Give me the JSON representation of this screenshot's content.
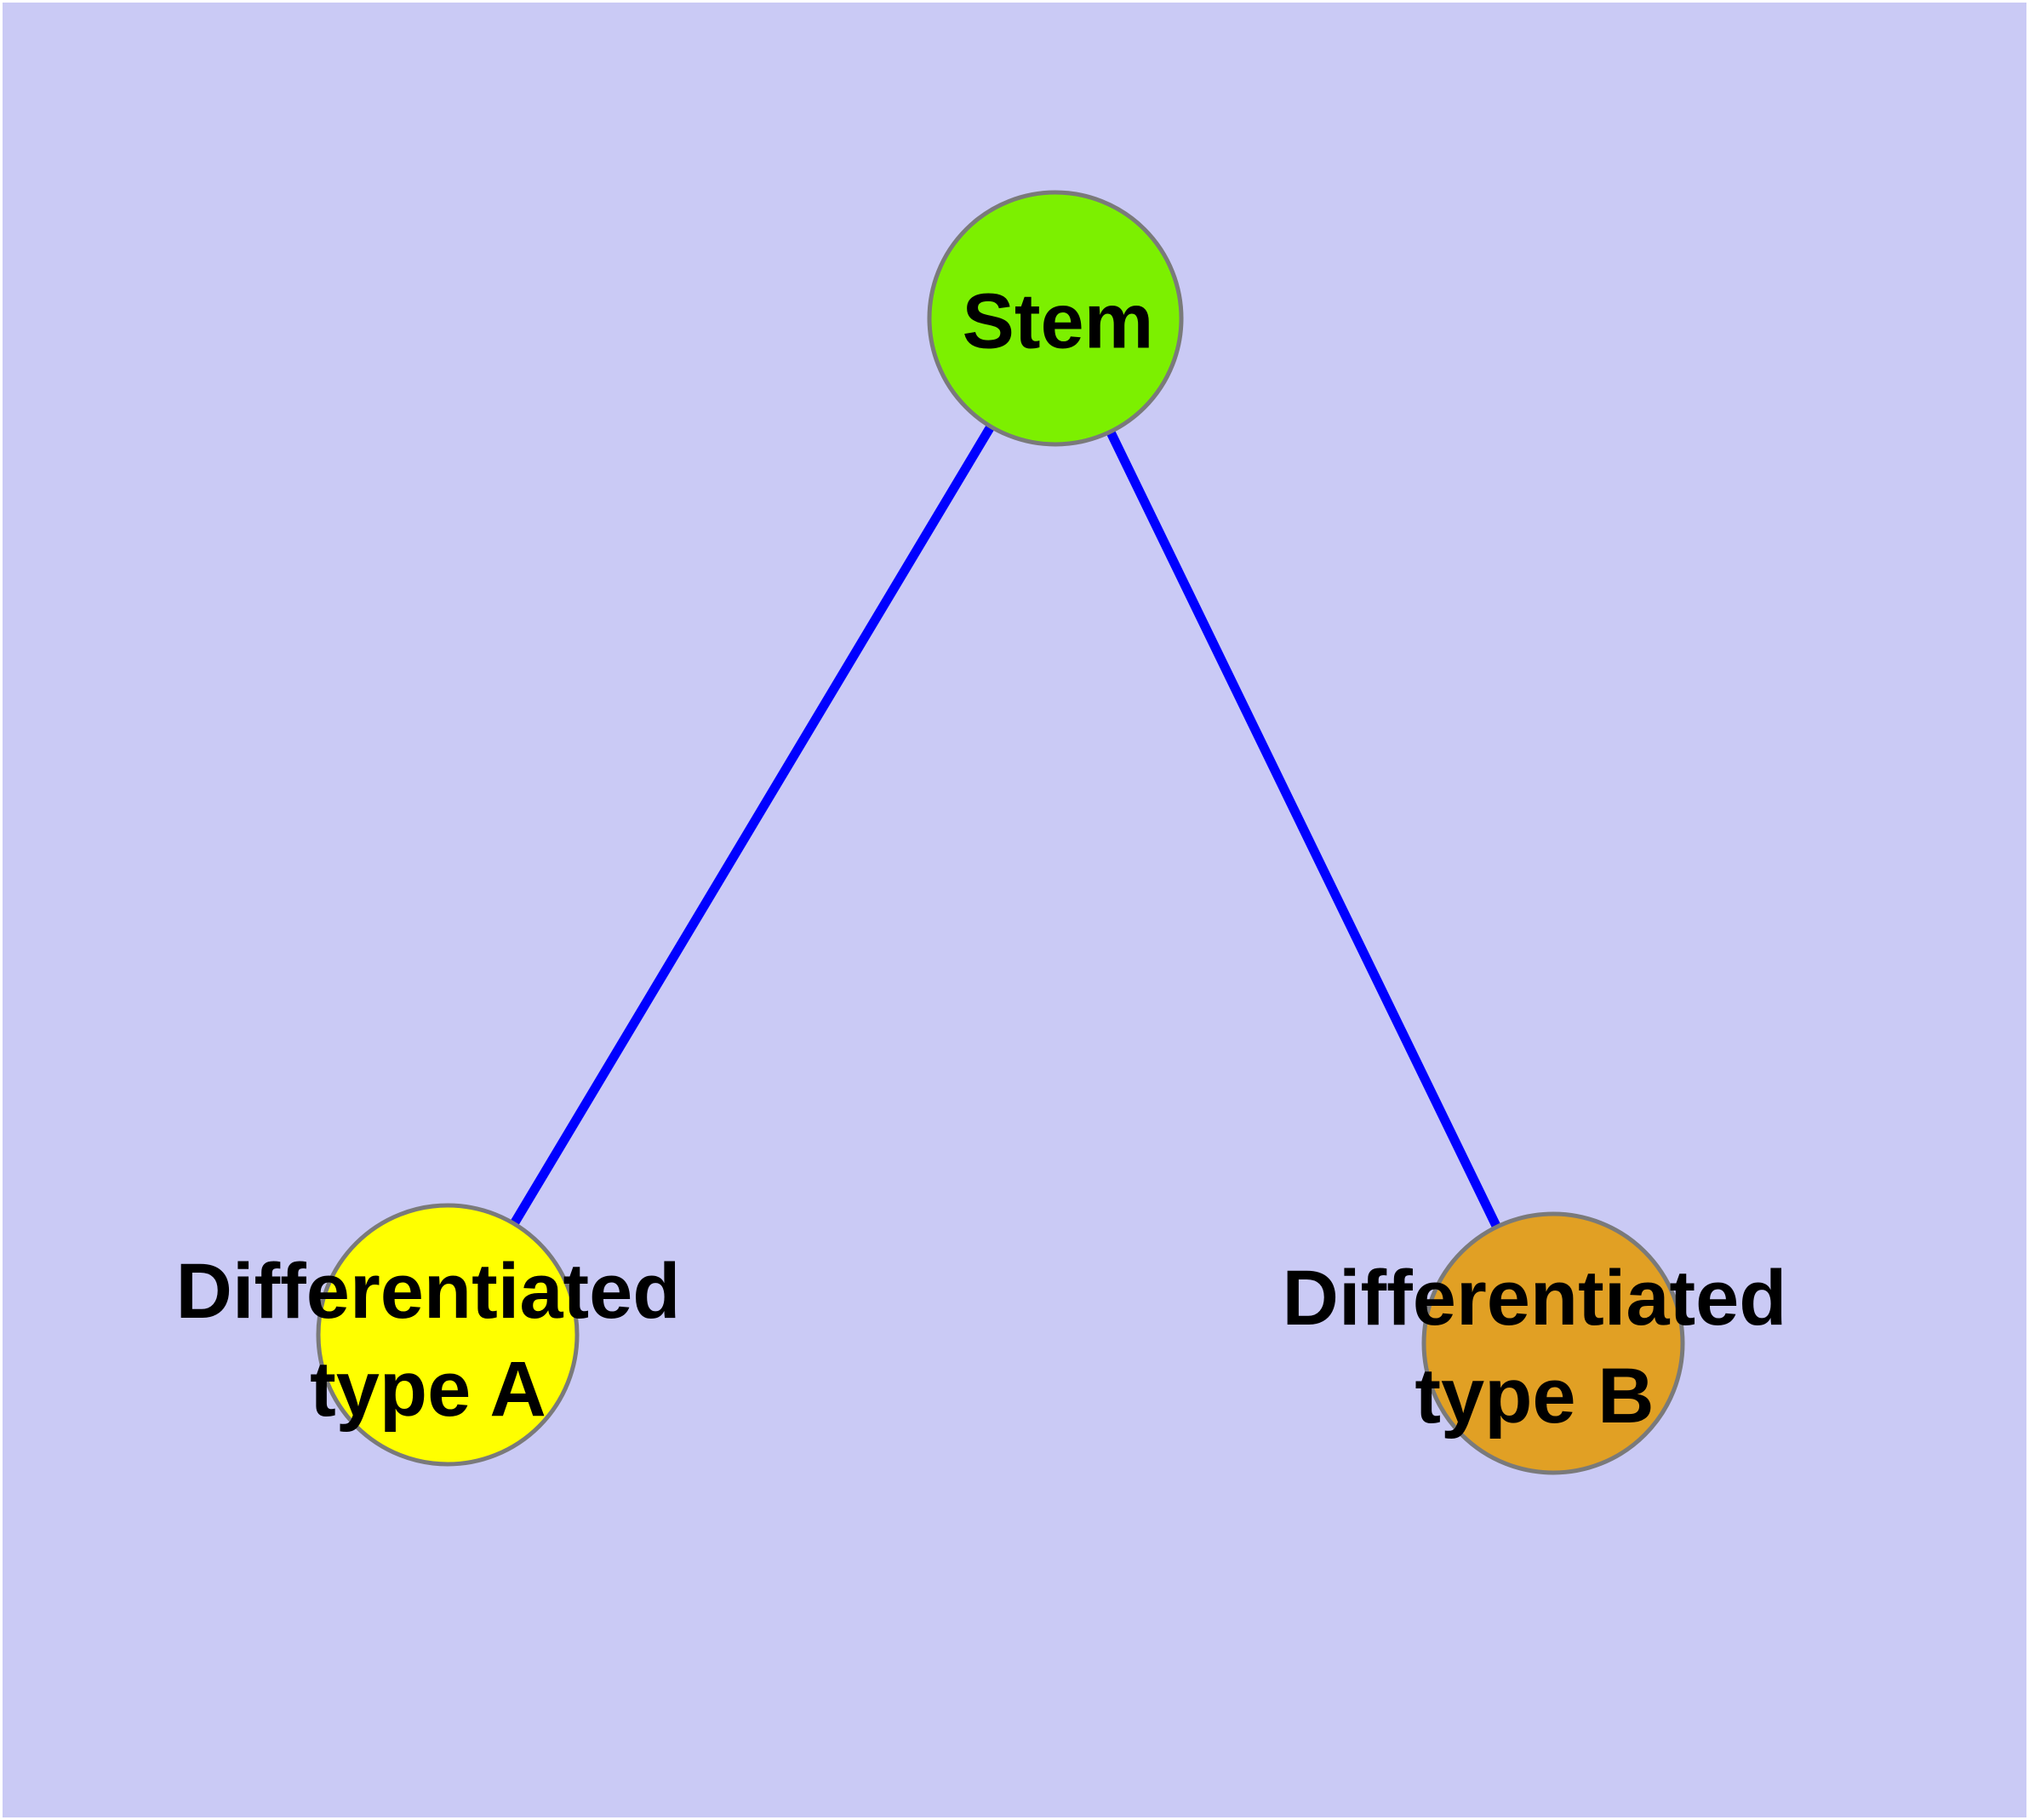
{
  "diagram": {
    "type": "node-link-graph",
    "background_color": "#CACAF5",
    "node_border_color": "#7A7A7A",
    "edge_color": "#0000FF",
    "nodes": [
      {
        "id": "stem",
        "label": "Stem",
        "color": "#7CF000",
        "shape": "circle"
      },
      {
        "id": "type-a",
        "label": "Differentiated\ntype A",
        "color": "#FFFF00",
        "shape": "circle"
      },
      {
        "id": "type-b",
        "label": "Differentiated\ntype B",
        "color": "#E1A024",
        "shape": "circle"
      }
    ],
    "edges": [
      {
        "from": "Stem",
        "to": "Differentiated type A"
      },
      {
        "from": "Stem",
        "to": "Differentiated type B"
      }
    ]
  }
}
